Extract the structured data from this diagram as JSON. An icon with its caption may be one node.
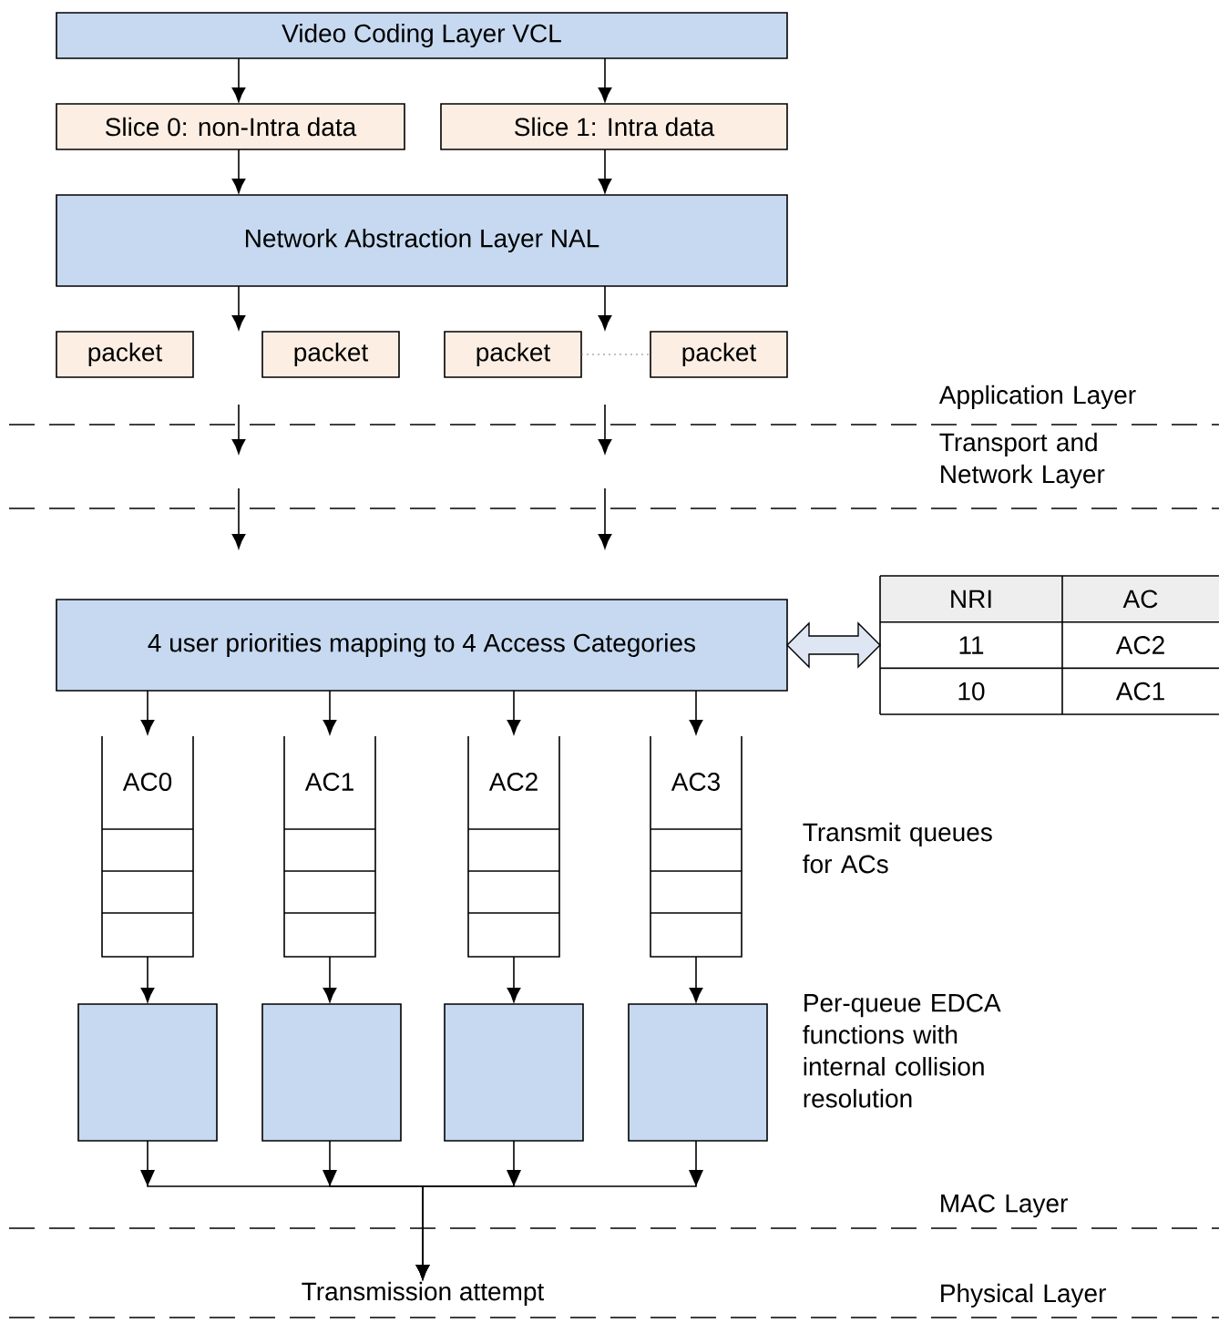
{
  "diagram": {
    "nodes": [
      {
        "text": [
          "Video Coding Layer VCL"
        ]
      },
      {
        "text": [
          "Slice 0: non-Intra data"
        ]
      },
      {
        "text": [
          "Slice 1: Intra data"
        ]
      },
      {
        "text": [
          "Network Abstraction Layer NAL"
        ]
      },
      {
        "text": [
          "packet"
        ]
      },
      {
        "text": [
          "packet"
        ]
      },
      {
        "text": [
          "packet"
        ]
      },
      {
        "text": [
          "packet"
        ]
      },
      {
        "text": [
          "4 user priorities mapping to 4 Access Categories"
        ]
      },
      {
        "text": [
          "NRI",
          "AC",
          "11",
          "AC2",
          "10",
          "AC1"
        ]
      },
      {
        "text": [
          "AC0"
        ]
      },
      {
        "text": [
          "AC1"
        ]
      },
      {
        "text": [
          "AC2"
        ]
      },
      {
        "text": [
          "AC3"
        ]
      },
      {
        "text": [],
        "shape": "box"
      },
      {
        "text": [],
        "shape": "box"
      },
      {
        "text": [],
        "shape": "box"
      },
      {
        "text": [],
        "shape": "box"
      },
      {
        "text": [
          "Transmission attempt"
        ]
      }
    ],
    "edges": [
      {
        "from": 0,
        "to": 1,
        "arrow": "to"
      },
      {
        "from": 0,
        "to": 2,
        "arrow": "to"
      },
      {
        "from": 1,
        "to": 3,
        "arrow": "to"
      },
      {
        "from": 2,
        "to": 3,
        "arrow": "to"
      },
      {
        "from": 3,
        "to": 5,
        "arrow": "to"
      },
      {
        "from": 3,
        "to": 6,
        "arrow": "to"
      },
      {
        "from": 6,
        "to": 7,
        "arrow": "none",
        "style": "dashed",
        "color": "#808080"
      },
      {
        "from": 8,
        "to": 9,
        "arrow": "both",
        "style": "thick"
      },
      {
        "from": 8,
        "to": 10,
        "arrow": "to"
      },
      {
        "from": 8,
        "to": 11,
        "arrow": "to"
      },
      {
        "from": 8,
        "to": 12,
        "arrow": "to"
      },
      {
        "from": 8,
        "to": 13,
        "arrow": "to"
      },
      {
        "from": 10,
        "to": 14,
        "arrow": "to"
      },
      {
        "from": 11,
        "to": 15,
        "arrow": "to"
      },
      {
        "from": 12,
        "to": 16,
        "arrow": "to"
      },
      {
        "from": 13,
        "to": 17,
        "arrow": "to"
      },
      {
        "from": 14,
        "to": 18,
        "arrow": "to"
      },
      {
        "from": 15,
        "to": 18,
        "arrow": "to"
      },
      {
        "from": 16,
        "to": 18,
        "arrow": "to"
      },
      {
        "from": 17,
        "to": 18,
        "arrow": "to"
      }
    ],
    "labels": [
      "Application Layer",
      "Transport and Network Layer",
      "Transmit queues for ACs",
      "Per-queue EDCA functions with internal collision resolution",
      "MAC Layer",
      "Physical Layer"
    ]
  }
}
